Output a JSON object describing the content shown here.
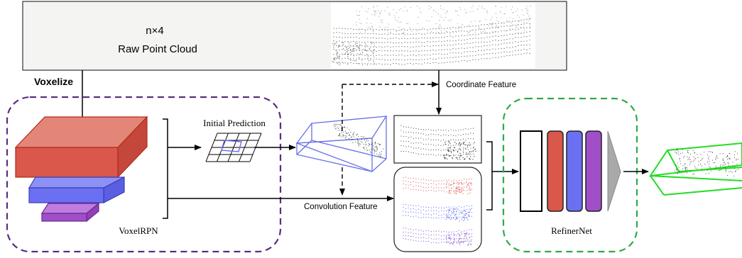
{
  "raw_point_cloud": {
    "dims": "n×4",
    "label": "Raw Point Cloud"
  },
  "labels": {
    "voxelize": "Voxelize",
    "voxel_rpn": "VoxelRPN",
    "initial_prediction": "Initial Prediction",
    "coordinate_feature": "Coordinate Feature",
    "convolution_feature": "Convolution Feature",
    "refiner_net": "RefinerNet"
  },
  "colors": {
    "voxel_rpn_border": "#5b2c83",
    "refiner_border": "#2eaa4a",
    "block_red": "#d9584b",
    "block_blue": "#6b6ff2",
    "block_purple": "#a04fc9",
    "initial_box": "#6670e8",
    "final_box": "#22dd22",
    "top_panel_fill": "#f4f5f3",
    "funnel": "#a9a9a9"
  }
}
